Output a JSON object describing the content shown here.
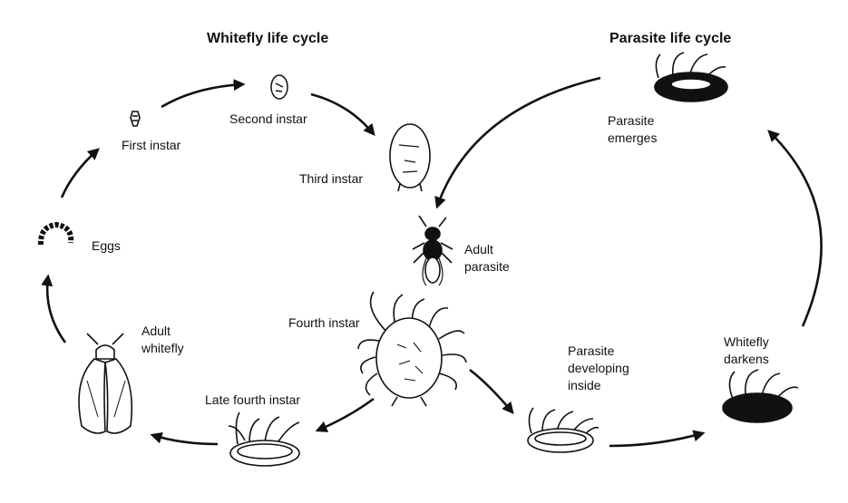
{
  "whitefly_cycle": {
    "title": "Whitefly life cycle",
    "stages": {
      "eggs": "Eggs",
      "first_instar": "First instar",
      "second_instar": "Second instar",
      "third_instar": "Third instar",
      "fourth_instar": "Fourth instar",
      "late_fourth_instar": "Late fourth instar",
      "adult_whitefly_line1": "Adult",
      "adult_whitefly_line2": "whitefly"
    }
  },
  "parasite_cycle": {
    "title": "Parasite life cycle",
    "stages": {
      "adult_parasite_line1": "Adult",
      "adult_parasite_line2": "parasite",
      "developing_line1": "Parasite",
      "developing_line2": "developing",
      "developing_line3": "inside",
      "darkens_line1": "Whitefly",
      "darkens_line2": "darkens",
      "emerges_line1": "Parasite",
      "emerges_line2": "emerges"
    }
  }
}
